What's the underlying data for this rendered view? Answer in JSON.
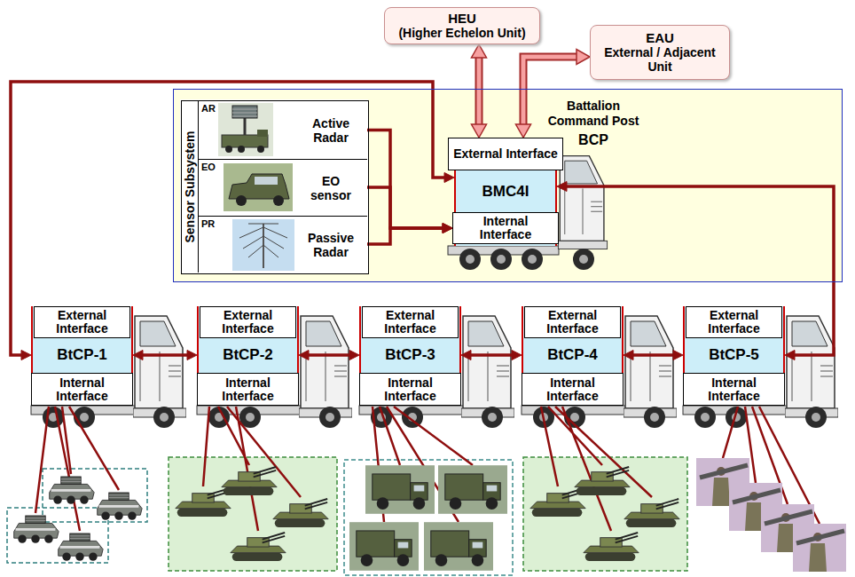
{
  "diagram": {
    "nodes": [
      {
        "text": [
          "HEU",
          "(Higher Echelon Unit)"
        ]
      },
      {
        "text": [
          "EAU",
          "External / Adjacent Unit"
        ]
      },
      {
        "text": [
          "Battalion Command Post",
          "BCP"
        ]
      },
      {
        "text": [
          "Sensor Subsystem"
        ],
        "in": 2
      },
      {
        "text": [
          "AR",
          "Active Radar"
        ],
        "in": 3
      },
      {
        "text": [
          "EO",
          "EO sensor"
        ],
        "in": 3
      },
      {
        "text": [
          "PR",
          "Passive Radar"
        ],
        "in": 3
      },
      {
        "text": [
          "BMC4I"
        ],
        "in": 2
      },
      {
        "text": [
          "External Interface"
        ],
        "in": 7
      },
      {
        "text": [
          "Internal Interface"
        ],
        "in": 7
      },
      {
        "text": [
          "BtCP-1"
        ]
      },
      {
        "text": [
          "External Interface"
        ],
        "in": 10
      },
      {
        "text": [
          "Internal Interface"
        ],
        "in": 10
      },
      {
        "text": [
          "BtCP-2"
        ]
      },
      {
        "text": [
          "External Interface"
        ],
        "in": 13
      },
      {
        "text": [
          "Internal Interface"
        ],
        "in": 13
      },
      {
        "text": [
          "BtCP-3"
        ]
      },
      {
        "text": [
          "External Interface"
        ],
        "in": 16
      },
      {
        "text": [
          "Internal Interface"
        ],
        "in": 16
      },
      {
        "text": [
          "BtCP-4"
        ]
      },
      {
        "text": [
          "External Interface"
        ],
        "in": 19
      },
      {
        "text": [
          "Internal Interface"
        ],
        "in": 19
      },
      {
        "text": [
          "BtCP-5"
        ]
      },
      {
        "text": [
          "External Interface"
        ],
        "in": 22
      },
      {
        "text": [
          "Internal Interface"
        ],
        "in": 22
      }
    ],
    "edges": [
      {
        "from": 0,
        "to": 8,
        "arrow": "both"
      },
      {
        "from": 8,
        "to": 1,
        "arrow": "both"
      },
      {
        "from": 4,
        "to": 9,
        "arrow": "to"
      },
      {
        "from": 5,
        "to": 9,
        "arrow": "to"
      },
      {
        "from": 6,
        "to": 9,
        "arrow": "to"
      },
      {
        "from": 10,
        "to": 7,
        "arrow": "both"
      },
      {
        "from": 22,
        "to": 7,
        "arrow": "both"
      },
      {
        "from": 10,
        "to": 13,
        "arrow": "both"
      },
      {
        "from": 13,
        "to": 16,
        "arrow": "both"
      },
      {
        "from": 16,
        "to": 19,
        "arrow": "both"
      },
      {
        "from": 19,
        "to": 22,
        "arrow": "both"
      }
    ]
  }
}
